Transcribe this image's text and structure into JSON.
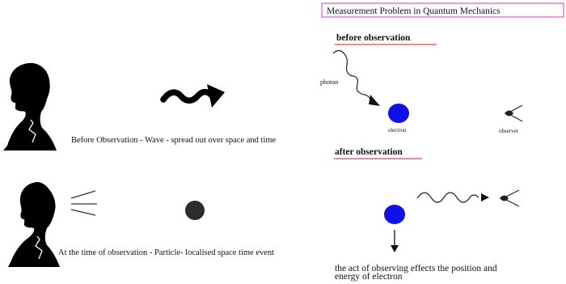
{
  "title": "Measurement Problem in Quantum Mechanics",
  "left": {
    "wave_caption": "Before Observation - Wave - spread out over space and time",
    "particle_caption": "At the time of observation - Particle- localised space time event"
  },
  "right": {
    "before_heading": "before observation",
    "photon_label": "photon",
    "electron_label": "electron",
    "observer_label": "observer",
    "after_heading": "after observation",
    "conclusion_line1": "the act of observing effects the position and",
    "conclusion_line2": "energy of electron"
  },
  "colors": {
    "title_border": "#e15ad4",
    "underline": "#d94a4a",
    "electron": "#1010e8",
    "particle": "#2c2c2c",
    "silhouette": "#000000"
  },
  "icons": [
    "head-silhouette-icon",
    "wave-arrow-icon",
    "sight-lines-icon",
    "particle-dot-icon",
    "photon-wave-icon",
    "electron-icon",
    "eye-icon",
    "down-arrow-icon"
  ]
}
